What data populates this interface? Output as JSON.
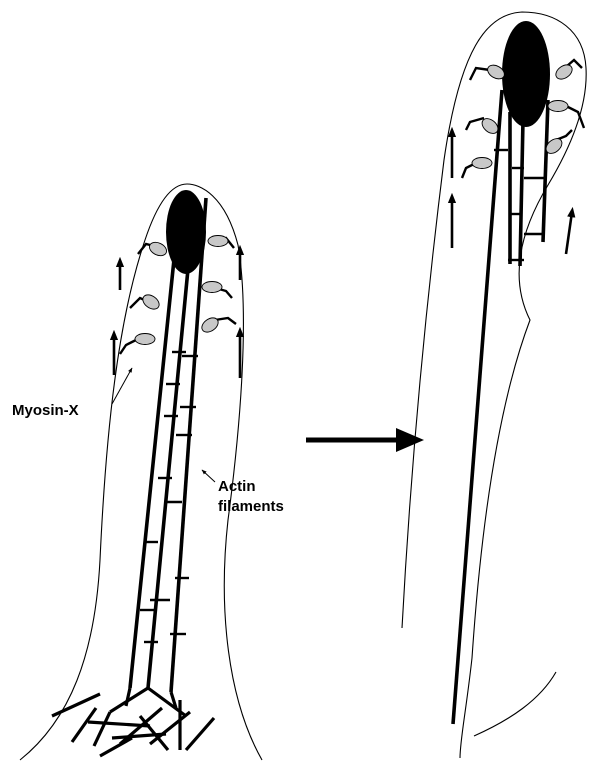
{
  "labels": {
    "myosin": "Myosin-X",
    "actin_line1": "Actin",
    "actin_line2": "filaments"
  }
}
